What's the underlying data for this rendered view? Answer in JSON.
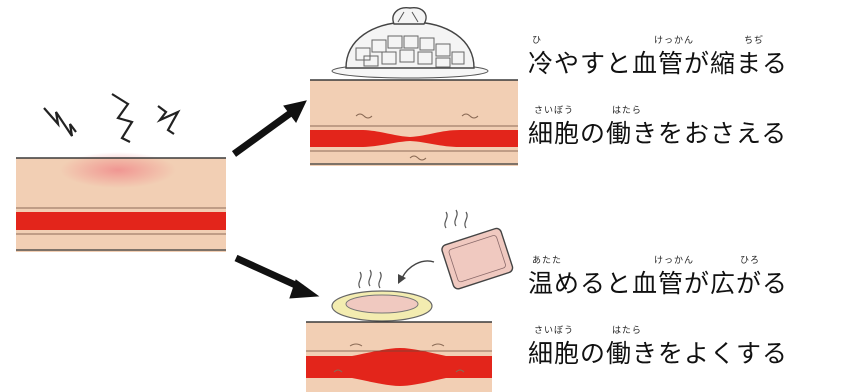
{
  "colors": {
    "skin": "#f2cfb4",
    "skin_dark": "#e6b89a",
    "blood_vessel": "#e3251b",
    "outline": "#3a3a3a",
    "hot_spot": "#f08c8c",
    "ice_bag": "#f2f2f2",
    "hot_pack": "#f0c9c0",
    "towel": "#f3ecb0"
  },
  "icons": [
    "pain-lightning-icon",
    "ice-bag-icon",
    "hot-pack-icon",
    "arrow-icon"
  ],
  "cold": {
    "line1": {
      "text": "冷やすと血管が縮まる",
      "ruby": [
        "ひ",
        "けっかん",
        "ちぢ"
      ]
    },
    "line2": {
      "text": "細胞の働きをおさえる",
      "ruby": [
        "さいぼう",
        "はたら"
      ]
    }
  },
  "warm": {
    "line1": {
      "text": "温めると血管が広がる",
      "ruby": [
        "あたた",
        "けっかん",
        "ひろ"
      ]
    },
    "line2": {
      "text": "細胞の働きをよくする",
      "ruby": [
        "さいぼう",
        "はたら"
      ]
    }
  }
}
